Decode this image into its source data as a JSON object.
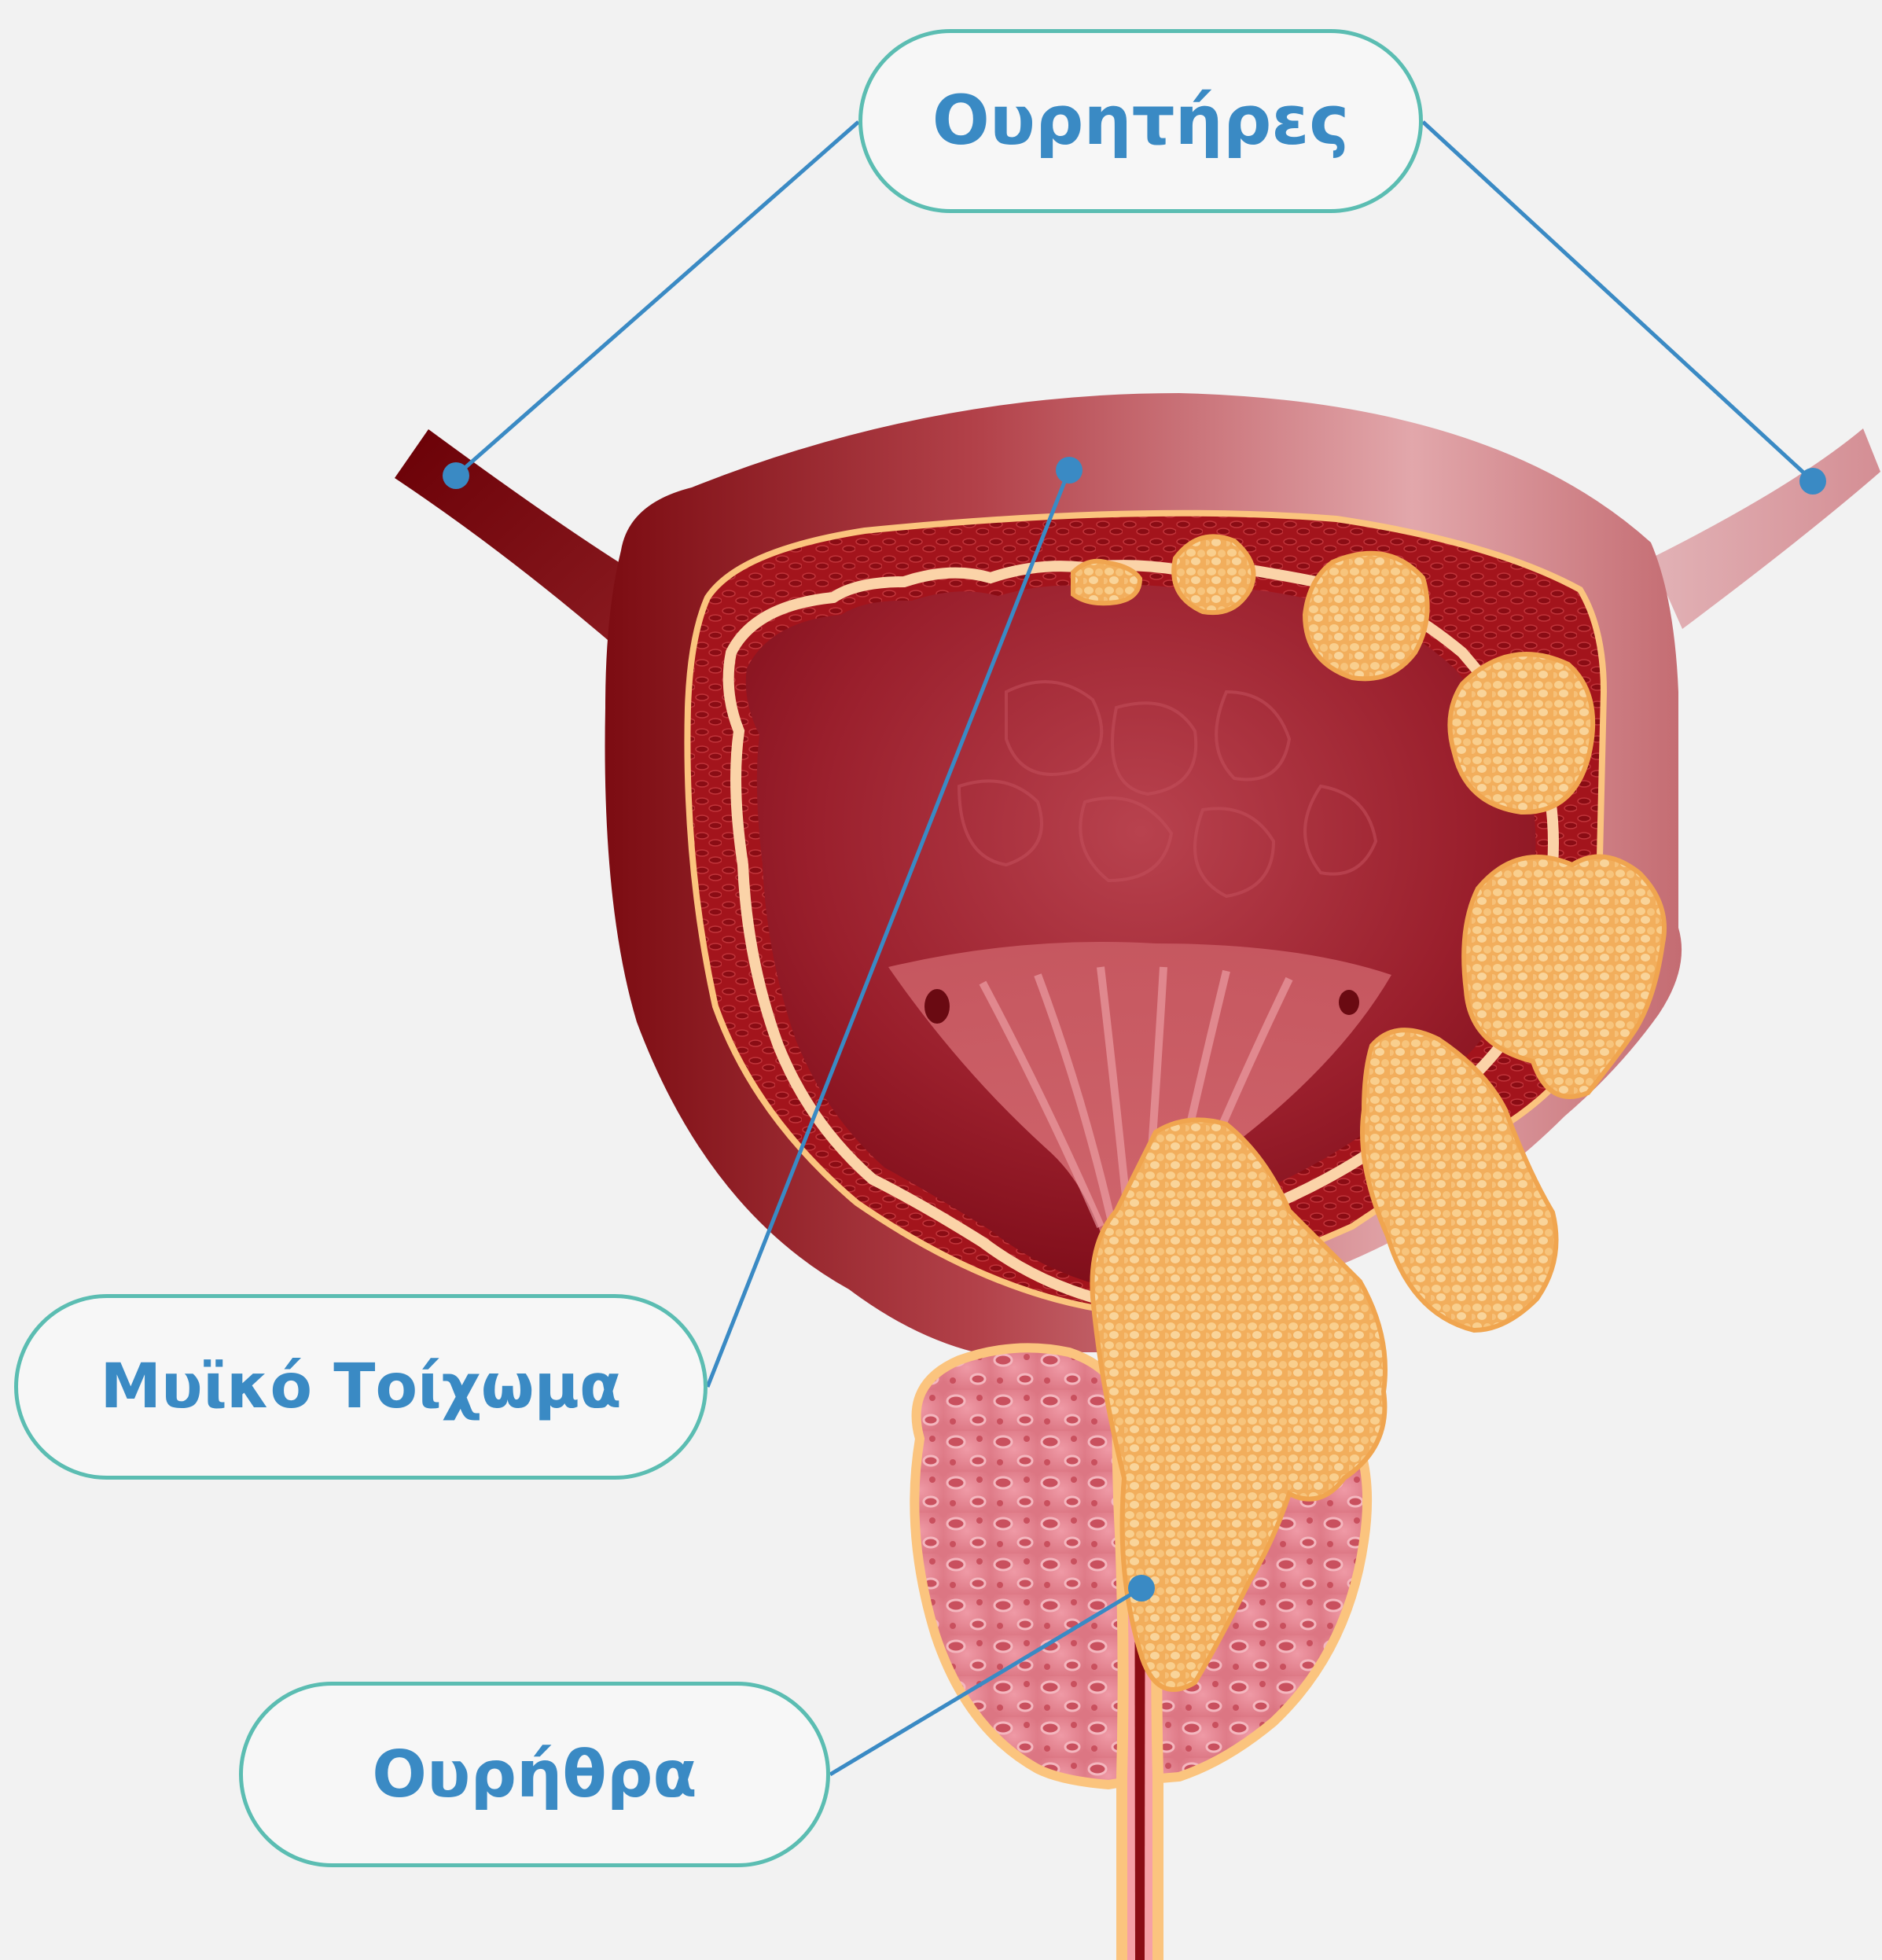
{
  "labels": {
    "ureters": "Ουρητήρες",
    "muscle_wall": "Μυϊκό Τοίχωμα",
    "urethra": "Ουρήθρα"
  },
  "colors": {
    "background": "#f2f2f2",
    "label_border": "#5bbdb2",
    "label_text": "#3a8ac4",
    "leader_line": "#3a8ac4",
    "bladder_wall_dark": "#7a0a10",
    "bladder_wall_light": "#f0d0d0",
    "tumor": "#f5b765",
    "prostate": "#e68a96"
  },
  "icons": [
    "ureter-left",
    "ureter-right",
    "bladder-wall",
    "bladder-cavity",
    "tumor-cluster",
    "prostate",
    "urethra-tube"
  ]
}
